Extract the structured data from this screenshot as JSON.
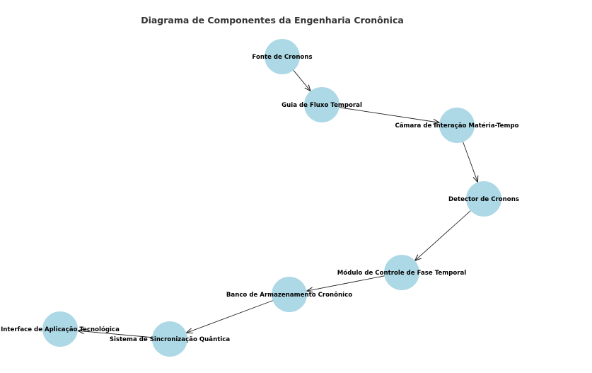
{
  "diagram": {
    "title": "Diagrama de Componentes da Engenharia Cronônica",
    "node_color": "#ADD8E6",
    "edge_color": "#222222",
    "nodes": [
      {
        "id": "n1",
        "label": "Fonte de Cronons"
      },
      {
        "id": "n2",
        "label": "Guia de Fluxo Temporal"
      },
      {
        "id": "n3",
        "label": "Câmara de Interação Matéria-Tempo"
      },
      {
        "id": "n4",
        "label": "Detector de Cronons"
      },
      {
        "id": "n5",
        "label": "Módulo de Controle de Fase Temporal"
      },
      {
        "id": "n6",
        "label": "Banco de Armazenamento Cronônico"
      },
      {
        "id": "n7",
        "label": "Sistema de Sincronização Quântica"
      },
      {
        "id": "n8",
        "label": "Interface de Aplicação Tecnológica"
      }
    ],
    "edges": [
      {
        "from": "n1",
        "to": "n2"
      },
      {
        "from": "n2",
        "to": "n3"
      },
      {
        "from": "n3",
        "to": "n4"
      },
      {
        "from": "n4",
        "to": "n5"
      },
      {
        "from": "n5",
        "to": "n6"
      },
      {
        "from": "n6",
        "to": "n7"
      },
      {
        "from": "n7",
        "to": "n8"
      }
    ]
  }
}
